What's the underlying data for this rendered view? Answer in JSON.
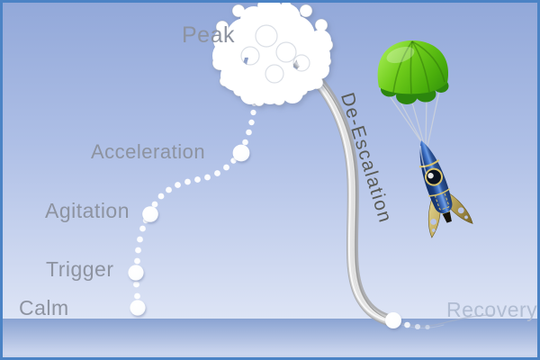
{
  "diagram": {
    "stages": [
      "Calm",
      "Trigger",
      "Agitation",
      "Acceleration",
      "Peak",
      "De-Escalation",
      "Recovery"
    ],
    "labels": {
      "peak": "Peak",
      "acceleration": "Acceleration",
      "agitation": "Agitation",
      "trigger": "Trigger",
      "calm": "Calm",
      "de_escalation": "De-Escalation",
      "recovery": "Recovery"
    },
    "icons": {
      "cloud": "explosion-cloud-icon",
      "parachute": "parachute-icon",
      "rocket": "rocket-icon",
      "path": "escalation-dotted-path",
      "trail": "descent-trail"
    },
    "colors": {
      "border": "#4b83c5",
      "sky_top": "#92a8d9",
      "sky_bottom": "#dde4f5",
      "ground_top": "#8aa3d2",
      "ground_bottom": "#ccd6ee",
      "stage_label": "#8d93a0",
      "de_escalation_label": "#5a5b55",
      "recovery_label": "#b0bcd2",
      "parachute_green": "#5cbb14",
      "parachute_dark_green": "#2c860e",
      "rocket_blue": "#1a3d7f",
      "fin_gold": "#c3ae62",
      "trail_silver": "#c0c0c0",
      "path_dot": "#ffffff"
    }
  }
}
